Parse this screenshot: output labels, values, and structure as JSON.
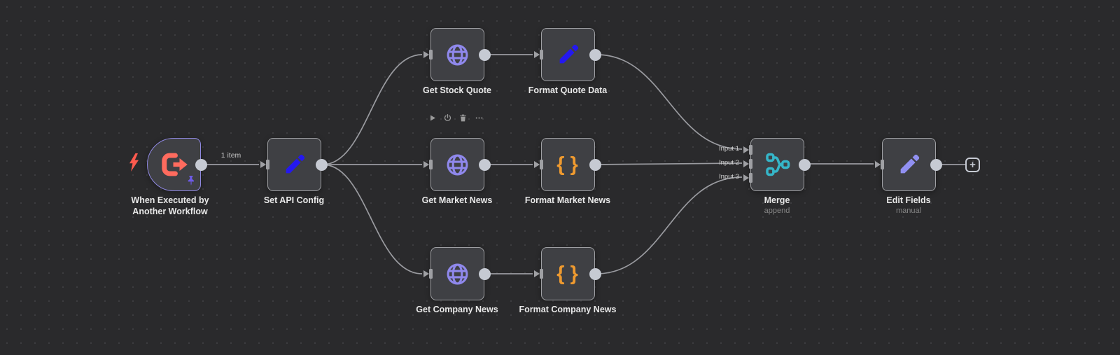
{
  "workflow": {
    "nodes": [
      {
        "label": "When Executed by Another Workflow",
        "icon": "workflow-trigger-arrow",
        "pinned": true
      },
      {
        "label": "Set API Config",
        "icon": "pencil"
      },
      {
        "label": "Get Stock Quote",
        "icon": "globe"
      },
      {
        "label": "Format Quote Data",
        "icon": "pencil"
      },
      {
        "label": "Get Market News",
        "icon": "globe"
      },
      {
        "label": "Format Market News",
        "icon": "curly-braces"
      },
      {
        "label": "Get Company News",
        "icon": "globe"
      },
      {
        "label": "Format Company News",
        "icon": "curly-braces"
      },
      {
        "label": "Merge",
        "subtitle": "append",
        "icon": "merge",
        "inputs": [
          "Input 1",
          "Input 2",
          "Input 3"
        ]
      },
      {
        "label": "Edit Fields",
        "subtitle": "manual",
        "icon": "pencil"
      }
    ],
    "connection_label": "1 item",
    "node_toolbar_icons": [
      "play",
      "power",
      "trash",
      "more-options"
    ],
    "add_node_label": "+",
    "glyphs": {
      "brace_open": "{",
      "brace_close": "}"
    },
    "colors": {
      "canvas_bg": "#2a2a2c",
      "node_bg": "#3f4044",
      "node_border": "#9fa0a4",
      "trigger_border": "#8f88e0",
      "wire": "#9a9ba0",
      "port_circle": "#c6cad3",
      "icon_blue": "#2418ef",
      "icon_globe_purple": "#8f88ec",
      "icon_periwinkle": "#9190f2",
      "icon_orange": "#ef9a2f",
      "icon_teal": "#35b6c9",
      "icon_coral": "#ff6b5e",
      "icon_pin_purple": "#6e5be8",
      "label_text": "#e8e8e8",
      "subtitle_text": "#868686"
    }
  }
}
